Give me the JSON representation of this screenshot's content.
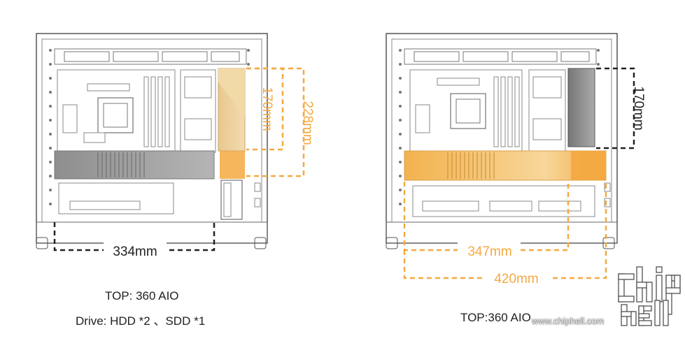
{
  "diagrams": [
    {
      "dimensions": [
        "170mm",
        "228mm",
        "334mm"
      ],
      "caption_line1": "TOP: 360 AIO",
      "caption_line2": "Drive: HDD *2 、SDD *1"
    },
    {
      "dimensions": [
        "170mm",
        "347mm",
        "420mm"
      ],
      "caption_line1": "TOP:360 AIO"
    }
  ],
  "watermark": {
    "url": "www.chiphell.com",
    "logo_text": "chip hell"
  },
  "colors": {
    "orange": "#F4A940",
    "dark_dash": "#222222",
    "outline": "#555555",
    "gpu_gray": "#9a9a9a",
    "gpu_orange": "#F6C56E"
  }
}
